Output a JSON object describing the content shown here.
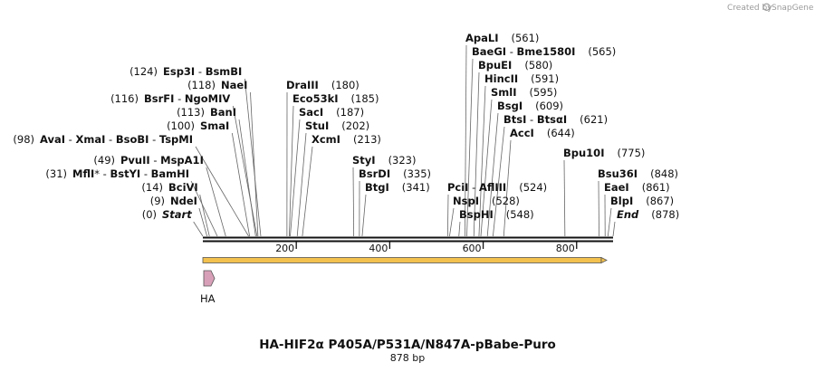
{
  "credit": {
    "text": "Created by",
    "brand": "SnapGene"
  },
  "sequence": {
    "length": 878
  },
  "title": "HA-HIF2α P405A/P531A/N847A-pBabe-Puro",
  "subtitle": "878 bp",
  "ruler": {
    "ticks": [
      200,
      400,
      600,
      800
    ]
  },
  "features": [
    {
      "name": "HA",
      "start": 0,
      "end": 27,
      "color": "#d8a0b8"
    },
    {
      "name": "",
      "start": 0,
      "end": 878,
      "color": "#f2c14e"
    }
  ],
  "sites": [
    {
      "pos": 0,
      "segments": [
        {
          "text": "Start",
          "style": "ital"
        }
      ],
      "pos_label": "(0)",
      "pos_side": "left"
    },
    {
      "pos": 9,
      "segments": [
        {
          "text": "NdeI"
        }
      ],
      "pos_label": "(9)",
      "pos_side": "left"
    },
    {
      "pos": 14,
      "segments": [
        {
          "text": "BciVI"
        }
      ],
      "pos_label": "(14)",
      "pos_side": "left"
    },
    {
      "pos": 31,
      "segments": [
        {
          "text": "MflI"
        },
        {
          "text": "*",
          "style": "plain"
        },
        {
          "text": " - ",
          "style": "plain"
        },
        {
          "text": "BstYI"
        },
        {
          "text": " - ",
          "style": "plain"
        },
        {
          "text": "BamHI"
        }
      ],
      "pos_label": "(31)",
      "pos_side": "left"
    },
    {
      "pos": 49,
      "segments": [
        {
          "text": "PvuII"
        },
        {
          "text": " - ",
          "style": "plain"
        },
        {
          "text": "MspA1I"
        }
      ],
      "pos_label": "(49)",
      "pos_side": "left"
    },
    {
      "pos": 98,
      "segments": [
        {
          "text": "AvaI"
        },
        {
          "text": " - ",
          "style": "plain"
        },
        {
          "text": "XmaI"
        },
        {
          "text": " - ",
          "style": "plain"
        },
        {
          "text": "BsoBI"
        },
        {
          "text": " - ",
          "style": "plain"
        },
        {
          "text": "TspMI"
        }
      ],
      "pos_label": "(98)",
      "pos_side": "left"
    },
    {
      "pos": 100,
      "segments": [
        {
          "text": "SmaI"
        }
      ],
      "pos_label": "(100)",
      "pos_side": "left"
    },
    {
      "pos": 113,
      "segments": [
        {
          "text": "BanI"
        }
      ],
      "pos_label": "(113)",
      "pos_side": "left"
    },
    {
      "pos": 116,
      "segments": [
        {
          "text": "BsrFI"
        },
        {
          "text": " - ",
          "style": "plain"
        },
        {
          "text": "NgoMIV"
        }
      ],
      "pos_label": "(116)",
      "pos_side": "left"
    },
    {
      "pos": 118,
      "segments": [
        {
          "text": "NaeI"
        }
      ],
      "pos_label": "(118)",
      "pos_side": "left"
    },
    {
      "pos": 124,
      "segments": [
        {
          "text": "Esp3I"
        },
        {
          "text": " - ",
          "style": "plain"
        },
        {
          "text": "BsmBI"
        }
      ],
      "pos_label": "(124)",
      "pos_side": "left"
    },
    {
      "pos": 180,
      "segments": [
        {
          "text": "DraIII"
        }
      ],
      "pos_label": "(180)",
      "pos_side": "right"
    },
    {
      "pos": 185,
      "segments": [
        {
          "text": "Eco53kI"
        }
      ],
      "pos_label": "(185)",
      "pos_side": "right"
    },
    {
      "pos": 187,
      "segments": [
        {
          "text": "SacI"
        }
      ],
      "pos_label": "(187)",
      "pos_side": "right"
    },
    {
      "pos": 202,
      "segments": [
        {
          "text": "StuI"
        }
      ],
      "pos_label": "(202)",
      "pos_side": "right"
    },
    {
      "pos": 213,
      "segments": [
        {
          "text": "XcmI"
        }
      ],
      "pos_label": "(213)",
      "pos_side": "right"
    },
    {
      "pos": 323,
      "segments": [
        {
          "text": "StyI"
        }
      ],
      "pos_label": "(323)",
      "pos_side": "right"
    },
    {
      "pos": 335,
      "segments": [
        {
          "text": "BsrDI"
        }
      ],
      "pos_label": "(335)",
      "pos_side": "right"
    },
    {
      "pos": 341,
      "segments": [
        {
          "text": "BtgI"
        }
      ],
      "pos_label": "(341)",
      "pos_side": "right"
    },
    {
      "pos": 524,
      "segments": [
        {
          "text": "PciI"
        },
        {
          "text": " - ",
          "style": "plain"
        },
        {
          "text": "AflIII"
        }
      ],
      "pos_label": "(524)",
      "pos_side": "right"
    },
    {
      "pos": 528,
      "segments": [
        {
          "text": "NspI"
        }
      ],
      "pos_label": "(528)",
      "pos_side": "right"
    },
    {
      "pos": 548,
      "segments": [
        {
          "text": "BspHI"
        }
      ],
      "pos_label": "(548)",
      "pos_side": "right"
    },
    {
      "pos": 561,
      "segments": [
        {
          "text": "ApaLI"
        }
      ],
      "pos_label": "(561)",
      "pos_side": "right"
    },
    {
      "pos": 565,
      "segments": [
        {
          "text": "BaeGI"
        },
        {
          "text": " - ",
          "style": "plain"
        },
        {
          "text": "Bme1580I"
        }
      ],
      "pos_label": "(565)",
      "pos_side": "right"
    },
    {
      "pos": 580,
      "segments": [
        {
          "text": "BpuEI"
        }
      ],
      "pos_label": "(580)",
      "pos_side": "right"
    },
    {
      "pos": 591,
      "segments": [
        {
          "text": "HincII"
        }
      ],
      "pos_label": "(591)",
      "pos_side": "right"
    },
    {
      "pos": 595,
      "segments": [
        {
          "text": "SmlI"
        }
      ],
      "pos_label": "(595)",
      "pos_side": "right"
    },
    {
      "pos": 609,
      "segments": [
        {
          "text": "BsgI"
        }
      ],
      "pos_label": "(609)",
      "pos_side": "right"
    },
    {
      "pos": 621,
      "segments": [
        {
          "text": "BtsI"
        },
        {
          "text": " - ",
          "style": "plain"
        },
        {
          "text": "BtsαI"
        }
      ],
      "pos_label": "(621)",
      "pos_side": "right"
    },
    {
      "pos": 644,
      "segments": [
        {
          "text": "AccI"
        }
      ],
      "pos_label": "(644)",
      "pos_side": "right"
    },
    {
      "pos": 775,
      "segments": [
        {
          "text": "Bpu10I"
        }
      ],
      "pos_label": "(775)",
      "pos_side": "right"
    },
    {
      "pos": 848,
      "segments": [
        {
          "text": "Bsu36I"
        }
      ],
      "pos_label": "(848)",
      "pos_side": "right"
    },
    {
      "pos": 861,
      "segments": [
        {
          "text": "EaeI"
        }
      ],
      "pos_label": "(861)",
      "pos_side": "right"
    },
    {
      "pos": 867,
      "segments": [
        {
          "text": "BlpI"
        }
      ],
      "pos_label": "(867)",
      "pos_side": "right"
    },
    {
      "pos": 878,
      "segments": [
        {
          "text": "End",
          "style": "ital"
        }
      ],
      "pos_label": "(878)",
      "pos_side": "right"
    }
  ]
}
